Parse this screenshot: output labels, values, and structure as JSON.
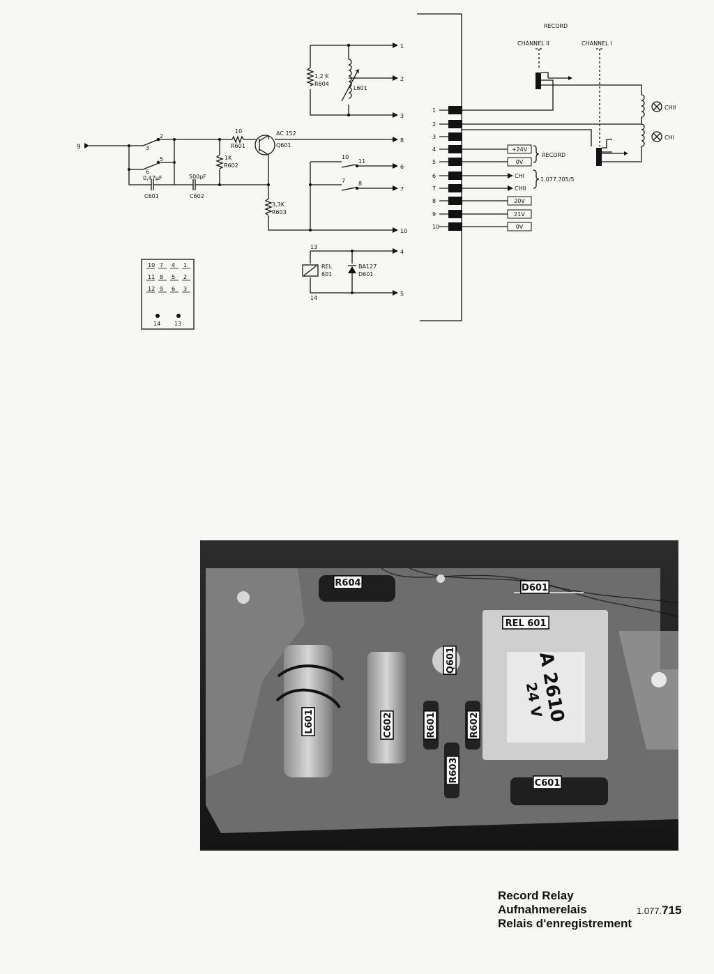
{
  "schematic": {
    "record_title": "RECORD",
    "channel2": "CHANNEL II",
    "channel1": "CHANNEL I",
    "head_ch2": "CHII",
    "head_ch1": "CHI",
    "r604_value": "1,2 K",
    "r604": "R604",
    "l601": "L601",
    "transistor_type": "AC 152",
    "q601": "Q601",
    "r601_value": "10",
    "r601": "R601",
    "r602_value": "1K",
    "r602": "R602",
    "r603_value": "3,3K",
    "r603": "R603",
    "c601_value": "0,47μF",
    "c601": "C601",
    "c602_value": "500μF",
    "c602": "C602",
    "rel_label": "REL",
    "rel_num": "601",
    "diode_type": "BA127",
    "d601": "D601",
    "input_pin": "9",
    "connector_record_label": "RECORD",
    "connector_ref": "1.077.705/5",
    "connector_labels": [
      "+24V",
      "0V",
      "CHI",
      "CHII",
      "20V",
      "21V",
      "0V"
    ],
    "contact_numbers": [
      "2",
      "3",
      "5",
      "6",
      "10",
      "11",
      "7",
      "8",
      "13",
      "14"
    ],
    "out_pins": [
      "1",
      "2",
      "3",
      "8",
      "6",
      "7",
      "10",
      "4",
      "5"
    ],
    "edge_pins": [
      "1",
      "2",
      "3",
      "4",
      "5",
      "6",
      "7",
      "8",
      "9",
      "10"
    ],
    "relay_pin_grid": [
      [
        "10",
        "7",
        "4",
        "1"
      ],
      [
        "11",
        "8",
        "5",
        "2"
      ],
      [
        "12",
        "9",
        "6",
        "3"
      ]
    ],
    "relay_coil_pins": [
      "14",
      "13"
    ]
  },
  "photo": {
    "labels": [
      "R604",
      "D601",
      "REL 601",
      "L601",
      "C602",
      "Q601",
      "R601",
      "R602",
      "R603",
      "C601"
    ],
    "relay_marking_1": "A 2610",
    "relay_marking_2": "24 V"
  },
  "caption": {
    "en": "Record Relay",
    "de": "Aufnahmerelais",
    "fr": "Relais d'enregistrement",
    "code_prefix": "1.077.",
    "code_suffix": "715"
  }
}
